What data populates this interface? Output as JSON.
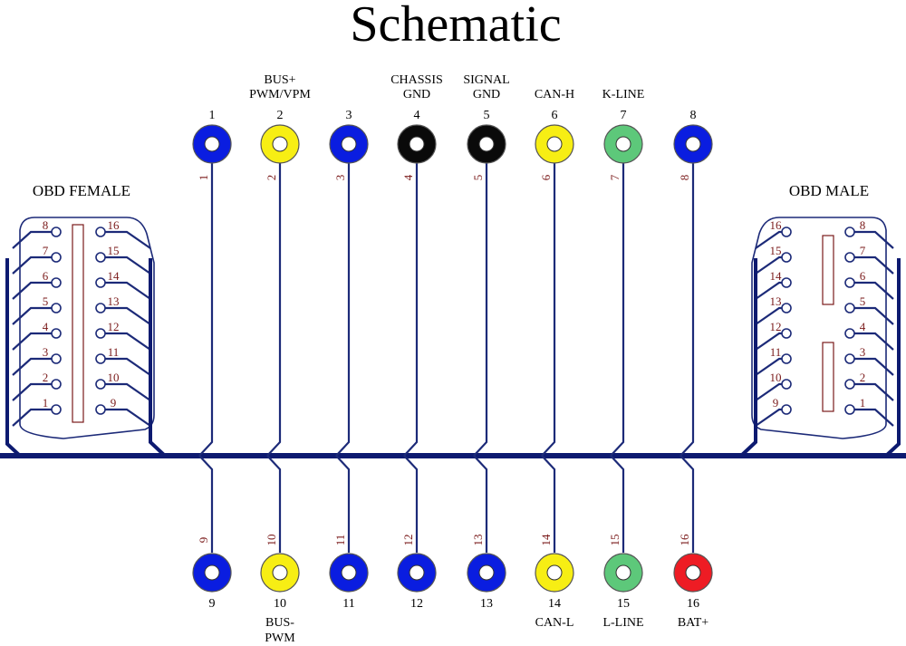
{
  "title": "Schematic",
  "connectors": {
    "female_label": "OBD FEMALE",
    "male_label": "OBD MALE",
    "female_left_numbers": [
      "8",
      "7",
      "6",
      "5",
      "4",
      "3",
      "2",
      "1"
    ],
    "female_right_numbers": [
      "16",
      "15",
      "14",
      "13",
      "12",
      "11",
      "10",
      "9"
    ],
    "male_left_numbers": [
      "16",
      "15",
      "14",
      "13",
      "12",
      "11",
      "10",
      "9"
    ],
    "male_right_numbers": [
      "8",
      "7",
      "6",
      "5",
      "4",
      "3",
      "2",
      "1"
    ]
  },
  "colors": {
    "blue": "#0a1de0",
    "yellow": "#f7ee14",
    "black": "#0a0a0a",
    "green": "#5dc87a",
    "red": "#ee1c24",
    "wire": "#1c2a78",
    "bus": "#0d1a70",
    "wire_number": "#7a1a1a"
  },
  "top_terminals": [
    {
      "pin": "1",
      "wire": "1",
      "label": [],
      "color": "blue"
    },
    {
      "pin": "2",
      "wire": "2",
      "label": [
        "BUS+",
        "PWM/VPM"
      ],
      "color": "yellow"
    },
    {
      "pin": "3",
      "wire": "3",
      "label": [],
      "color": "blue"
    },
    {
      "pin": "4",
      "wire": "4",
      "label": [
        "CHASSIS",
        "GND"
      ],
      "color": "black"
    },
    {
      "pin": "5",
      "wire": "5",
      "label": [
        "SIGNAL",
        "GND"
      ],
      "color": "black"
    },
    {
      "pin": "6",
      "wire": "6",
      "label": [
        "CAN-H"
      ],
      "color": "yellow"
    },
    {
      "pin": "7",
      "wire": "7",
      "label": [
        "K-LINE"
      ],
      "color": "green"
    },
    {
      "pin": "8",
      "wire": "8",
      "label": [],
      "color": "blue"
    }
  ],
  "bottom_terminals": [
    {
      "pin": "9",
      "wire": "9",
      "label": [],
      "color": "blue"
    },
    {
      "pin": "10",
      "wire": "10",
      "label": [
        "BUS-",
        "PWM"
      ],
      "color": "yellow"
    },
    {
      "pin": "11",
      "wire": "11",
      "label": [],
      "color": "blue"
    },
    {
      "pin": "12",
      "wire": "12",
      "label": [],
      "color": "blue"
    },
    {
      "pin": "13",
      "wire": "13",
      "label": [],
      "color": "blue"
    },
    {
      "pin": "14",
      "wire": "14",
      "label": [
        "CAN-L"
      ],
      "color": "yellow"
    },
    {
      "pin": "15",
      "wire": "15",
      "label": [
        "L-LINE"
      ],
      "color": "green"
    },
    {
      "pin": "16",
      "wire": "16",
      "label": [
        "BAT+"
      ],
      "color": "red"
    }
  ]
}
